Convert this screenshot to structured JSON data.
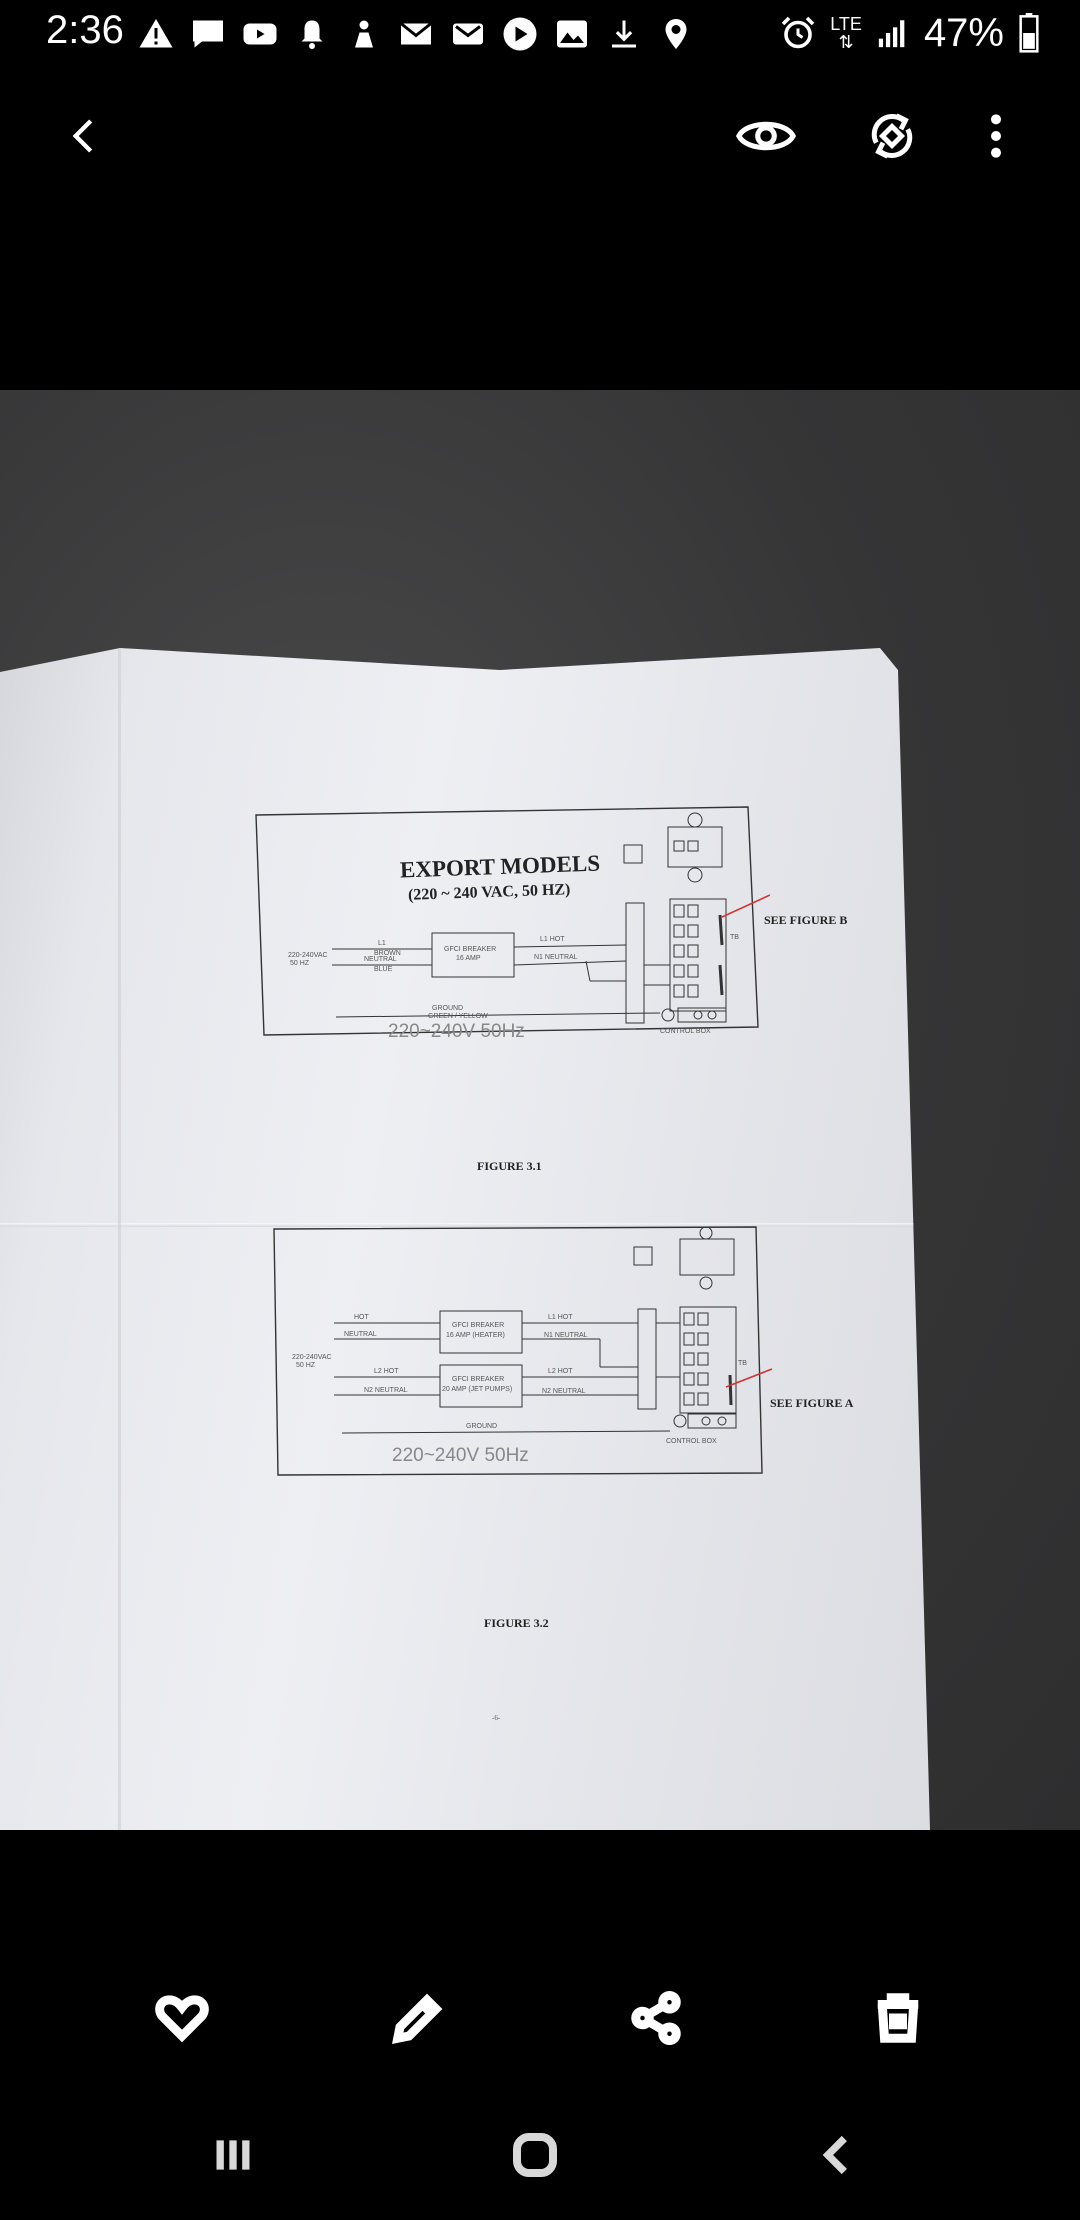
{
  "status_bar": {
    "time": "2:36",
    "network_label": "LTE",
    "battery_percent": "47%",
    "notification_icons": [
      "alert-icon",
      "message-icon",
      "youtube-icon",
      "bell-icon",
      "app-icon",
      "mail-icon",
      "mail-alt-icon",
      "play-icon",
      "gallery-icon",
      "download-icon",
      "location-icon"
    ]
  },
  "top_bar": {
    "back_icon": "back-arrow-icon",
    "view_icon": "eye-icon",
    "rotate_icon": "rotate-icon",
    "more_icon": "more-vertical-icon"
  },
  "photo": {
    "title": "EXPORT MODELS",
    "subtitle": "(220 ~ 240 VAC, 50 HZ)",
    "figure1": {
      "caption": "FIGURE 3.1",
      "callout": "SEE FIGURE B",
      "tb": "TB",
      "voltage": "220~240V 50Hz",
      "input_label_1": "220-240VAC",
      "input_label_2": "50 HZ",
      "l1": "L1",
      "brown": "BROWN",
      "neutral": "NEUTRAL",
      "blue": "BLUE",
      "breaker_1": "GFCI BREAKER",
      "breaker_2": "16 AMP",
      "l1_hot": "L1 HOT",
      "n1_neutral": "N1 NEUTRAL",
      "ground": "GROUND",
      "green_yellow": "GREEN / YELLOW",
      "control_box": "CONTROL BOX"
    },
    "figure2": {
      "caption": "FIGURE 3.2",
      "callout": "SEE FIGURE A",
      "tb": "TB",
      "voltage": "220~240V 50Hz",
      "input_label_1": "220-240VAC",
      "input_label_2": "50 HZ",
      "hot": "HOT",
      "neutral": "NEUTRAL",
      "l2_hot": "L2 HOT",
      "n2_neutral": "N2 NEUTRAL",
      "breaker_a1": "GFCI BREAKER",
      "breaker_a2": "16 AMP (HEATER)",
      "breaker_b1": "GFCI BREAKER",
      "breaker_b2": "20 AMP (JET PUMPS)",
      "l1_hot": "L1 HOT",
      "n1_neutral": "N1 NEUTRAL",
      "l2_hot_right": "L2 HOT",
      "n2_neutral_right": "N2 NEUTRAL",
      "ground": "GROUND",
      "control_box": "CONTROL BOX"
    },
    "page_number": "-6-"
  },
  "action_bar": {
    "icons": [
      "heart-icon",
      "edit-pencil-icon",
      "share-icon",
      "trash-icon"
    ]
  },
  "nav_bar": {
    "icons": [
      "recent-apps-icon",
      "home-icon",
      "back-icon"
    ]
  },
  "colors": {
    "background": "#000000",
    "viewer_background": "#3a3a3b",
    "paper": "#e8e9ee",
    "ink": "#222222",
    "callout_arrow": "#d33333"
  }
}
